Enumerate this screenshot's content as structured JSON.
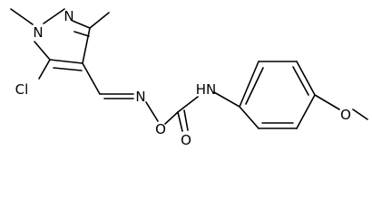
{
  "molecule": {
    "atoms": [
      {
        "id": "n_methyl",
        "label": "N"
      },
      {
        "id": "n_ring",
        "label": "N"
      },
      {
        "id": "chloro",
        "label": "Cl"
      },
      {
        "id": "oxime_n",
        "label": "N"
      },
      {
        "id": "oxime_o",
        "label": "O"
      },
      {
        "id": "carbonyl_o",
        "label": "O"
      },
      {
        "id": "amide_nh",
        "label": "HN"
      },
      {
        "id": "methoxy_o",
        "label": "O"
      }
    ]
  }
}
